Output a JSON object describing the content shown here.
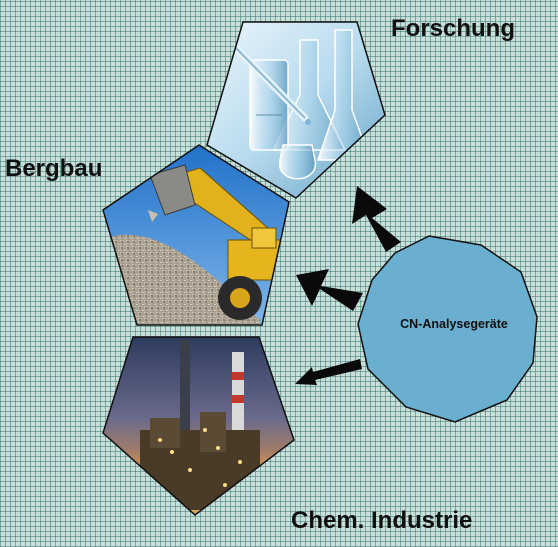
{
  "labels": {
    "research": "Forschung",
    "mining": "Bergbau",
    "chemical": "Chem. Industrie",
    "hub": "CN-Analysegeräte"
  },
  "colors": {
    "hub_fill": "#6aaed0",
    "outline": "#111111",
    "arrow": "#0a0a0a"
  },
  "icons": {
    "research": "lab-glassware-icon",
    "mining": "excavator-icon",
    "chemical": "refinery-icon"
  }
}
